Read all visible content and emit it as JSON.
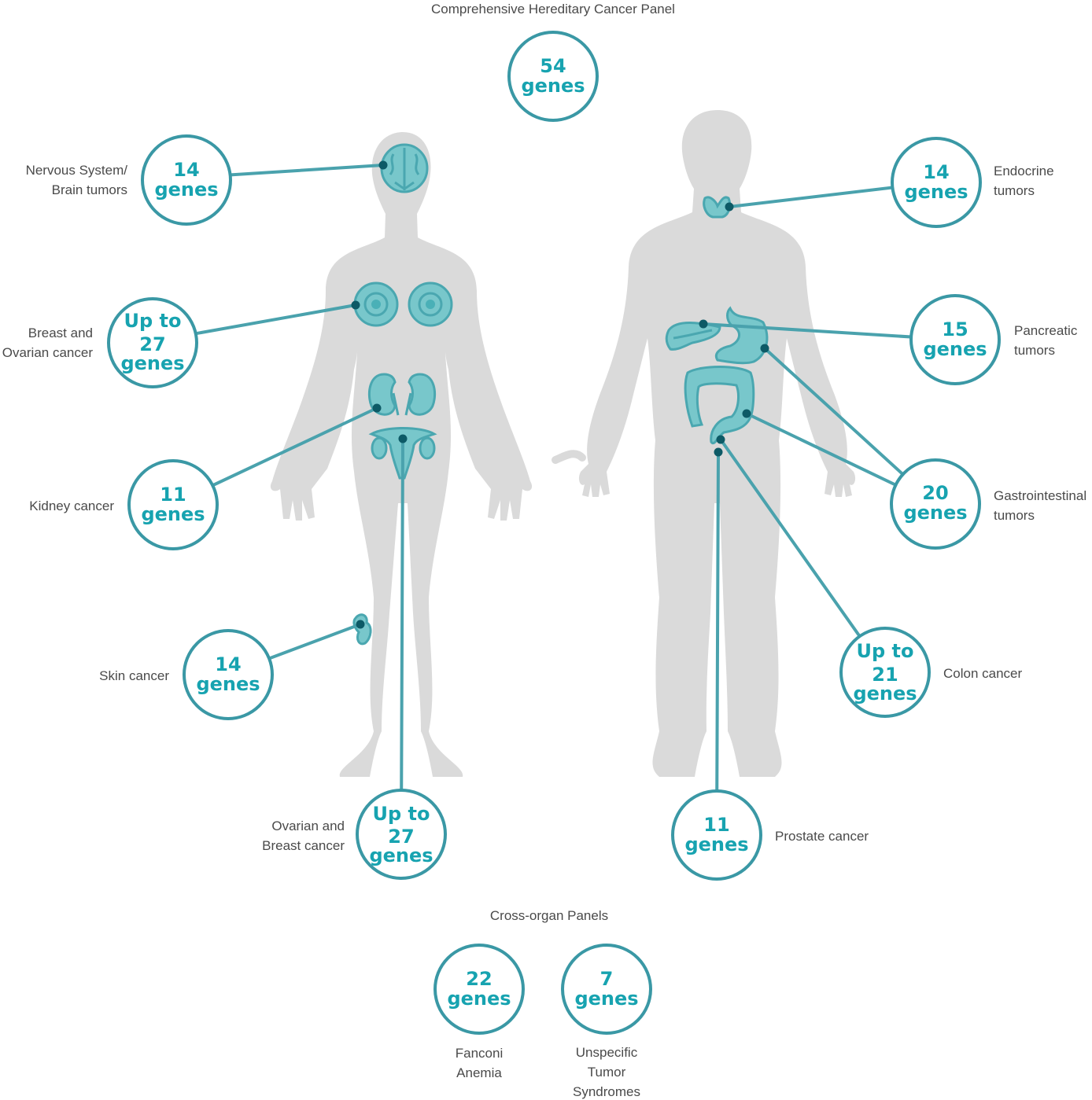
{
  "title": "Comprehensive Hereditary Cancer Panel",
  "main_panel": {
    "lines": [
      "54",
      "genes"
    ]
  },
  "panels": [
    {
      "id": "nervous",
      "label": [
        "Nervous System/",
        "Brain tumors"
      ],
      "count": [
        "14",
        "genes"
      ]
    },
    {
      "id": "breast-ovarian",
      "label": [
        "Breast and",
        "Ovarian cancer"
      ],
      "count": [
        "Up to",
        "27",
        "genes"
      ]
    },
    {
      "id": "kidney",
      "label": [
        "Kidney cancer"
      ],
      "count": [
        "11",
        "genes"
      ]
    },
    {
      "id": "skin",
      "label": [
        "Skin cancer"
      ],
      "count": [
        "14",
        "genes"
      ]
    },
    {
      "id": "ovarian-breast",
      "label": [
        "Ovarian and",
        "Breast cancer"
      ],
      "count": [
        "Up to",
        "27",
        "genes"
      ]
    },
    {
      "id": "endocrine",
      "label": [
        "Endocrine",
        "tumors"
      ],
      "count": [
        "14",
        "genes"
      ]
    },
    {
      "id": "pancreatic",
      "label": [
        "Pancreatic",
        "tumors"
      ],
      "count": [
        "15",
        "genes"
      ]
    },
    {
      "id": "gastrointestinal",
      "label": [
        "Gastrointestinal",
        "tumors"
      ],
      "count": [
        "20",
        "genes"
      ]
    },
    {
      "id": "colon",
      "label": [
        "Colon cancer"
      ],
      "count": [
        "Up to",
        "21",
        "genes"
      ]
    },
    {
      "id": "prostate",
      "label": [
        "Prostate cancer"
      ],
      "count": [
        "11",
        "genes"
      ]
    }
  ],
  "cross_organ": {
    "title": "Cross-organ Panels",
    "panels": [
      {
        "id": "fanconi",
        "label": [
          "Fanconi",
          "Anemia"
        ],
        "count": [
          "22",
          "genes"
        ]
      },
      {
        "id": "unspecific",
        "label": [
          "Unspecific",
          "Tumor",
          "Syndromes"
        ],
        "count": [
          "7",
          "genes"
        ]
      }
    ]
  },
  "colors": {
    "accent": "#17a3b0",
    "ring": "#3a98a5",
    "organ": "#78c7cb",
    "silhouette": "#dadada",
    "text": "#4a4a4a"
  }
}
